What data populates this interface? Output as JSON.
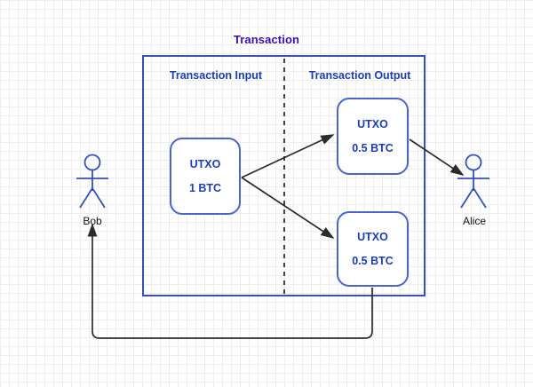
{
  "diagram": {
    "title": "Transaction",
    "title_color": "#3c0ca8",
    "accent_color": "#1b3fb0",
    "box_border_color": "#4a66c4",
    "container_border_color": "#3551b5",
    "connector_color": "#2b2b2b",
    "sections": [
      {
        "id": "input",
        "label": "Transaction Input"
      },
      {
        "id": "output",
        "label": "Transaction Output"
      }
    ],
    "input_boxes": [
      {
        "id": "utxo-in-1",
        "line1": "UTXO",
        "line2": "1 BTC"
      }
    ],
    "output_boxes": [
      {
        "id": "utxo-out-1",
        "line1": "UTXO",
        "line2": "0.5 BTC"
      },
      {
        "id": "utxo-out-2",
        "line1": "UTXO",
        "line2": "0.5 BTC"
      }
    ],
    "actors": [
      {
        "id": "bob",
        "label": "Bob"
      },
      {
        "id": "alice",
        "label": "Alice"
      }
    ]
  }
}
